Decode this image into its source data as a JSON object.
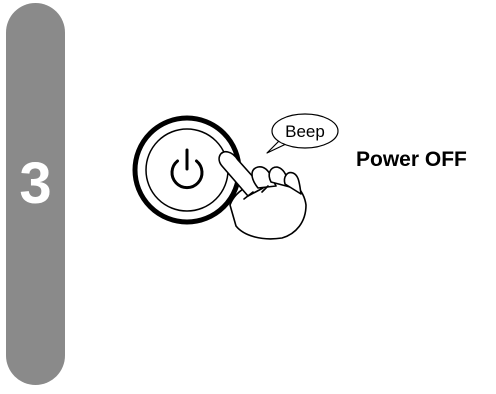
{
  "step": {
    "number": "3",
    "bar_color": "#8a8a8a"
  },
  "illustration": {
    "button_icon": "power-icon",
    "hand_icon": "pointing-hand-icon",
    "speech_bubble_text": "Beep"
  },
  "caption": {
    "label": "Power OFF"
  }
}
